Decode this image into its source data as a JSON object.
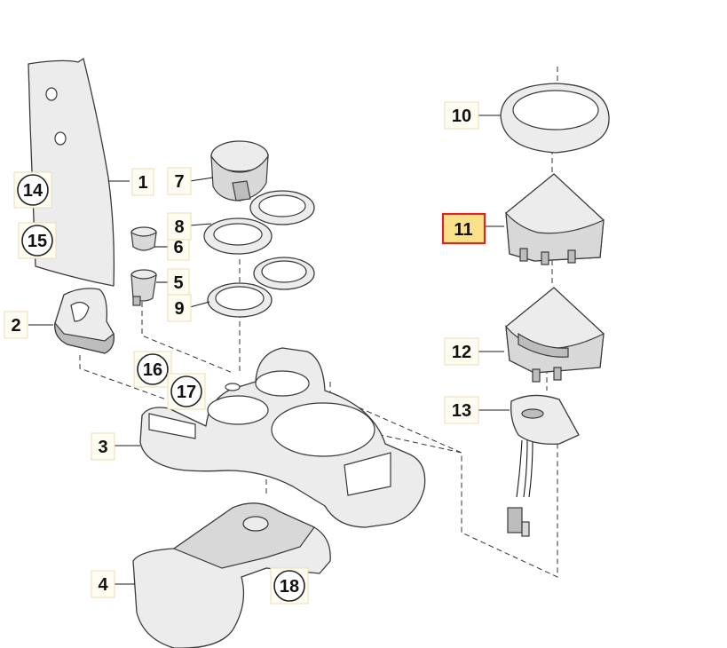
{
  "parts": [
    {
      "id": "p1",
      "label": "1"
    },
    {
      "id": "p2",
      "label": "2"
    },
    {
      "id": "p3",
      "label": "3"
    },
    {
      "id": "p4",
      "label": "4"
    },
    {
      "id": "p5",
      "label": "5"
    },
    {
      "id": "p6",
      "label": "6"
    },
    {
      "id": "p7",
      "label": "7"
    },
    {
      "id": "p8",
      "label": "8"
    },
    {
      "id": "p9",
      "label": "9"
    },
    {
      "id": "p10",
      "label": "10"
    },
    {
      "id": "p11",
      "label": "11",
      "highlighted": true
    },
    {
      "id": "p12",
      "label": "12"
    },
    {
      "id": "p13",
      "label": "13"
    },
    {
      "id": "p14",
      "label": "14"
    },
    {
      "id": "p15",
      "label": "15"
    },
    {
      "id": "p16",
      "label": "16"
    },
    {
      "id": "p17",
      "label": "17"
    },
    {
      "id": "p18",
      "label": "18"
    }
  ],
  "colors": {
    "highlight_fill": "#fbe08a",
    "highlight_border": "#d62828",
    "label_fill": "#fffdf2"
  }
}
